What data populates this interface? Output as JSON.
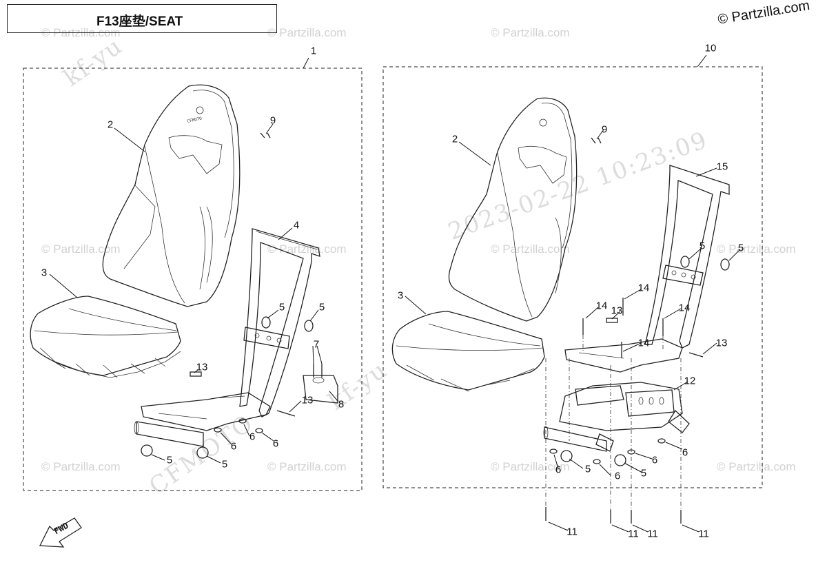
{
  "title": "F13座垫/SEAT",
  "copyright": "© Partzilla.com",
  "watermarks": {
    "partzilla": "© Partzilla.com",
    "cfmoto": "CFMOTO",
    "kf_yu": "kf-yu",
    "date": "2023-02-22 10:23:09"
  },
  "fwd_label": "FWD",
  "logo_text": "CFMOTO",
  "assemblies": [
    {
      "number": "1",
      "callouts": [
        "2",
        "3",
        "4",
        "5",
        "5",
        "5",
        "5",
        "6",
        "6",
        "6",
        "7",
        "8",
        "9",
        "13",
        "13"
      ]
    },
    {
      "number": "10",
      "callouts": [
        "2",
        "3",
        "5",
        "5",
        "5",
        "5",
        "6",
        "6",
        "6",
        "6",
        "9",
        "11",
        "11",
        "11",
        "11",
        "12",
        "13",
        "13",
        "14",
        "14",
        "14",
        "14",
        "15"
      ]
    }
  ]
}
